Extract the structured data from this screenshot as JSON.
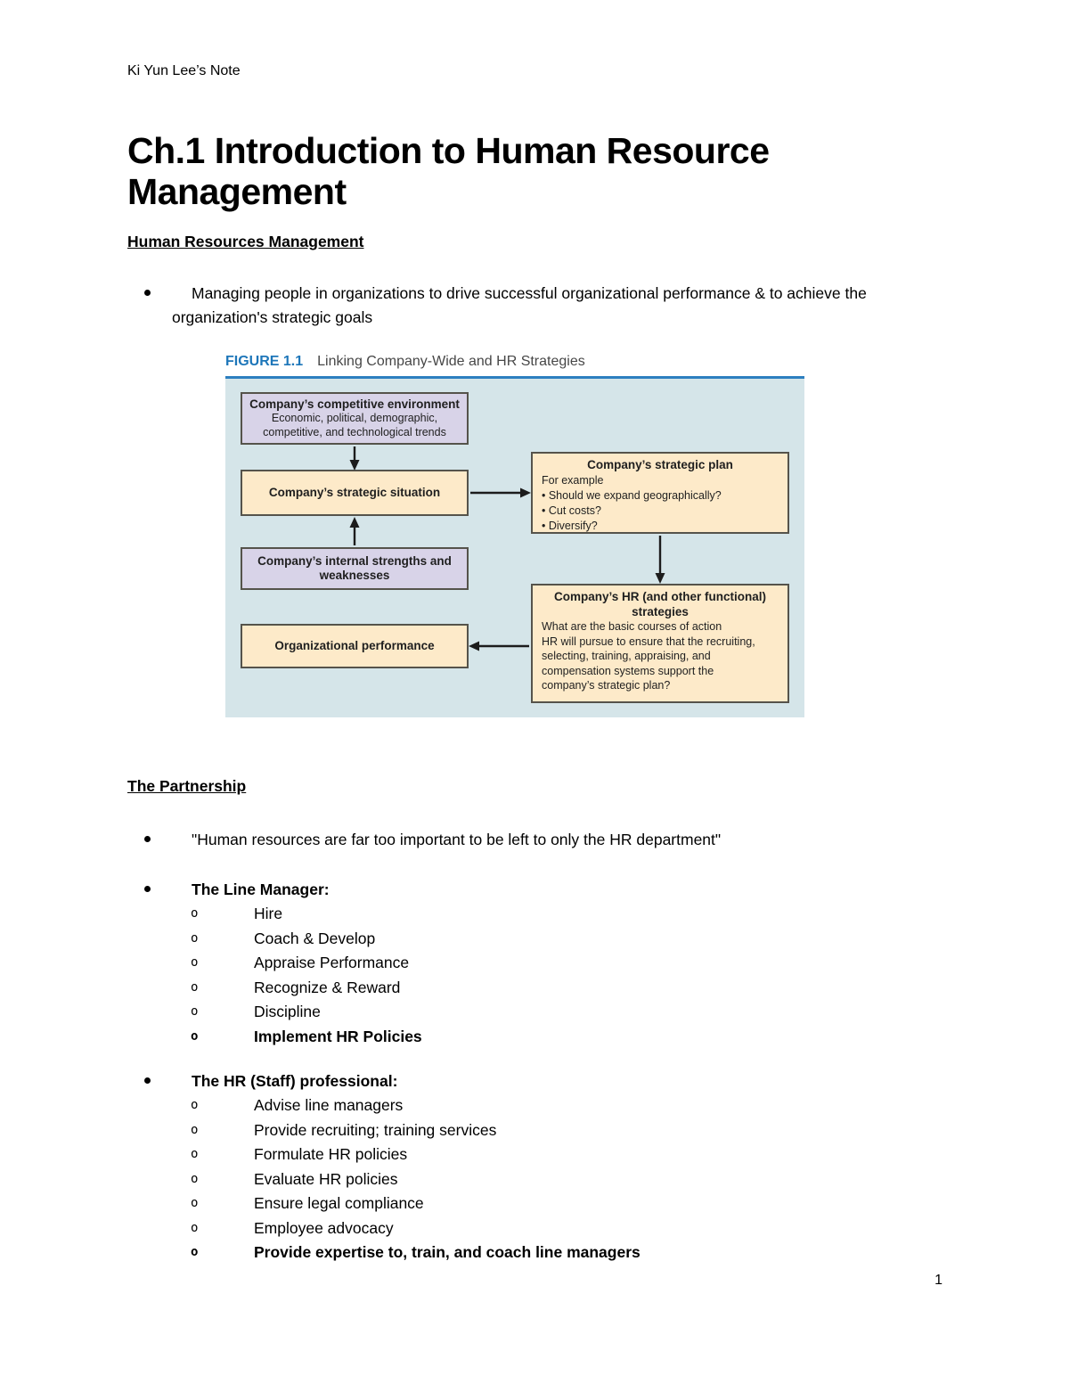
{
  "page": {
    "header_note": "Ki Yun Lee’s Note",
    "title": "Ch.1 Introduction to Human Resource Management",
    "page_number": "1"
  },
  "markers": {
    "bullet": "•",
    "circle": "o"
  },
  "sections": {
    "hrm": {
      "heading": "Human Resources Management",
      "bullet": "Managing people in organizations to drive successful organizational performance & to achieve the organization's strategic goals"
    },
    "partnership": {
      "heading": "The Partnership",
      "quote": "\"Human resources are far too important to be left to only the HR department\"",
      "line_manager": {
        "label": "The Line Manager:",
        "items": [
          "Hire",
          "Coach & Develop",
          "Appraise Performance",
          "Recognize & Reward",
          "Discipline"
        ],
        "bold_item": "Implement HR Policies"
      },
      "hr_professional": {
        "label": "The HR (Staff) professional:",
        "items": [
          "Advise line managers",
          "Provide recruiting; training services",
          "Formulate HR policies",
          "Evaluate HR policies",
          "Ensure legal compliance",
          "Employee advocacy"
        ],
        "bold_item": "Provide expertise to, train, and coach line managers"
      }
    }
  },
  "figure": {
    "label": "FIGURE 1.1",
    "caption": "Linking Company-Wide and HR Strategies",
    "colors": {
      "label_blue": "#1d76b9",
      "rule_blue": "#2d7fc0",
      "canvas_bg": "#d5e5e9",
      "lavender": "#d8d3e8",
      "cream": "#fdeac9"
    },
    "boxes": {
      "competitive_env": {
        "title": "Company’s competitive environment",
        "body_lines": [
          "Economic, political, demographic,",
          "competitive, and technological trends"
        ]
      },
      "strategic_situation": {
        "title": "Company’s strategic situation"
      },
      "strategic_plan": {
        "title": "Company’s strategic plan",
        "lines": [
          "For example",
          "• Should we expand geographically?",
          "• Cut costs?",
          "• Diversify?"
        ]
      },
      "internal_strengths": {
        "title": "Company’s internal strengths and weaknesses"
      },
      "hr_strategies": {
        "title_lines": [
          "Company’s HR (and other functional)",
          "strategies"
        ],
        "body_lines": [
          "What are the basic courses of action",
          "HR will pursue to ensure that the recruiting,",
          "selecting, training, appraising, and",
          "compensation systems support the",
          "company’s strategic plan?"
        ]
      },
      "org_performance": {
        "title": "Organizational performance"
      }
    }
  }
}
